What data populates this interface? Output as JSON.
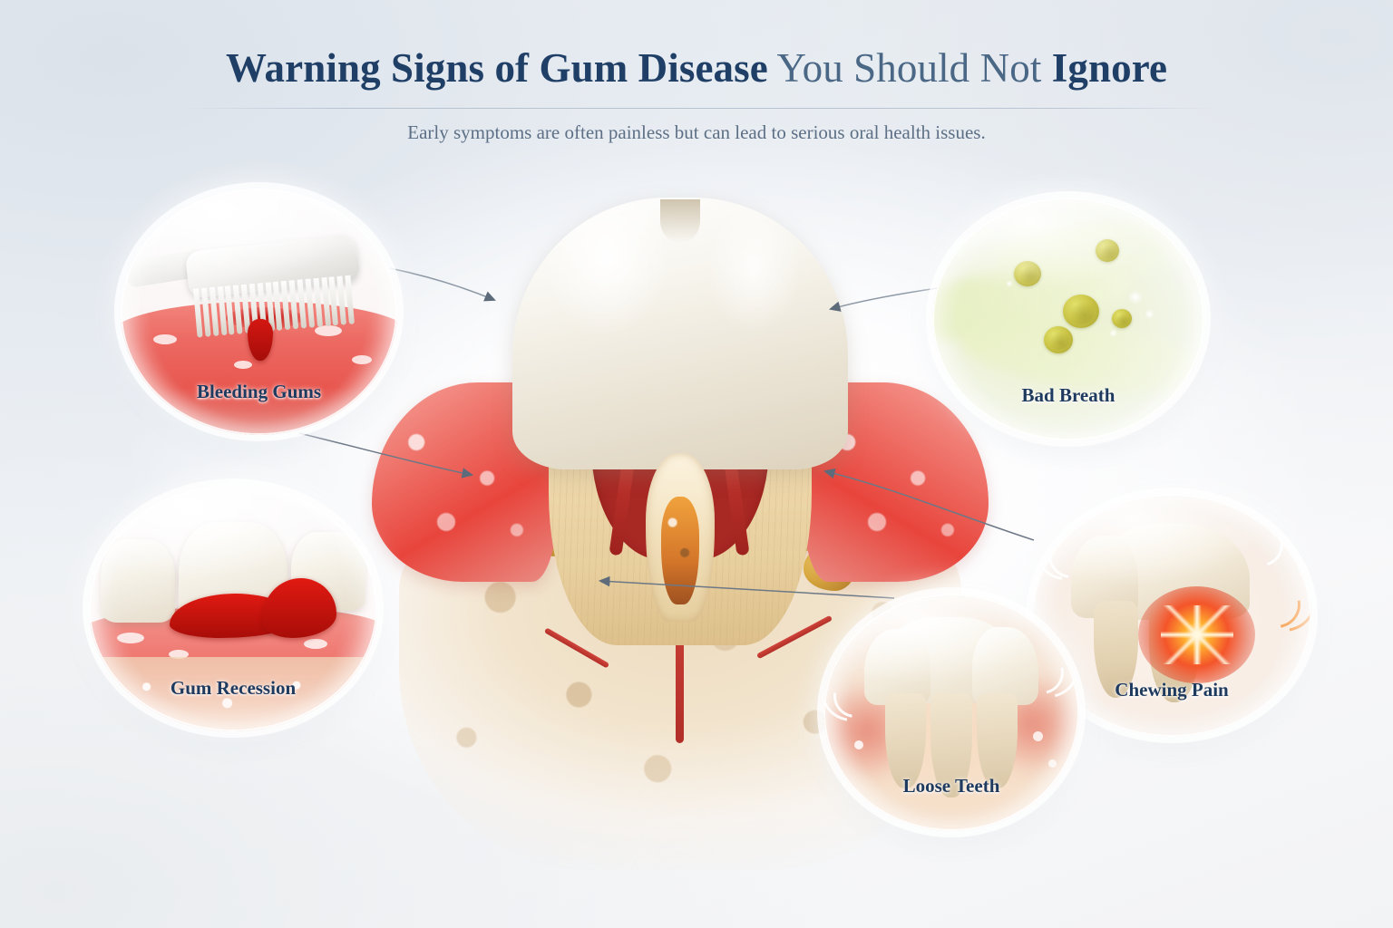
{
  "header": {
    "title_strong_1": "Warning Signs of Gum Disease",
    "title_light": " You Should Not ",
    "title_strong_2": "Ignore",
    "subtitle": "Early symptoms are often painless but can lead to serious oral health issues."
  },
  "colors": {
    "title_dark": "#1f3f66",
    "title_light": "#4a6785",
    "label": "#1e3a5f",
    "subtitle": "#5c6f85",
    "gum_inflamed": "#e8453c",
    "blood": "#c01310",
    "bacteria_yellow": "#cdc84a",
    "pain_orange": "#f4552a",
    "bone_tan": "#eddcc0",
    "background_edge": "#dbe2ea"
  },
  "callouts": [
    {
      "id": "bleeding-gums",
      "label": "Bleeding Gums",
      "art": "toothbrush-on-bleeding-gum",
      "position": "top-left"
    },
    {
      "id": "bad-breath",
      "label": "Bad Breath",
      "art": "green-odor-vapor-with-bacteria",
      "position": "top-right"
    },
    {
      "id": "gum-recession",
      "label": "Gum Recession",
      "art": "teeth-with-receding-inflamed-gums",
      "position": "mid-left"
    },
    {
      "id": "chewing-pain",
      "label": "Chewing Pain",
      "art": "tooth-with-pain-starburst",
      "position": "mid-right"
    },
    {
      "id": "loose-teeth",
      "label": "Loose Teeth",
      "art": "molar-with-exposed-roots-wobbling",
      "position": "bottom-center-right"
    }
  ],
  "central_illustration": {
    "name": "tooth-cross-section-with-periodontal-disease",
    "parts": [
      "enamel-crown",
      "dentin",
      "pulp-chamber",
      "root-canal",
      "inflamed-gums",
      "alveolar-bone",
      "tartar-deposits",
      "blood-vessels"
    ]
  },
  "arrows": [
    {
      "from": "bleeding-gums",
      "to": "tooth-crown"
    },
    {
      "from": "gum-recession",
      "to": "left-gum"
    },
    {
      "from": "bad-breath",
      "to": "tooth-crown-right"
    },
    {
      "from": "chewing-pain",
      "to": "right-gum"
    },
    {
      "from": "loose-teeth",
      "to": "bone-root-area"
    }
  ]
}
